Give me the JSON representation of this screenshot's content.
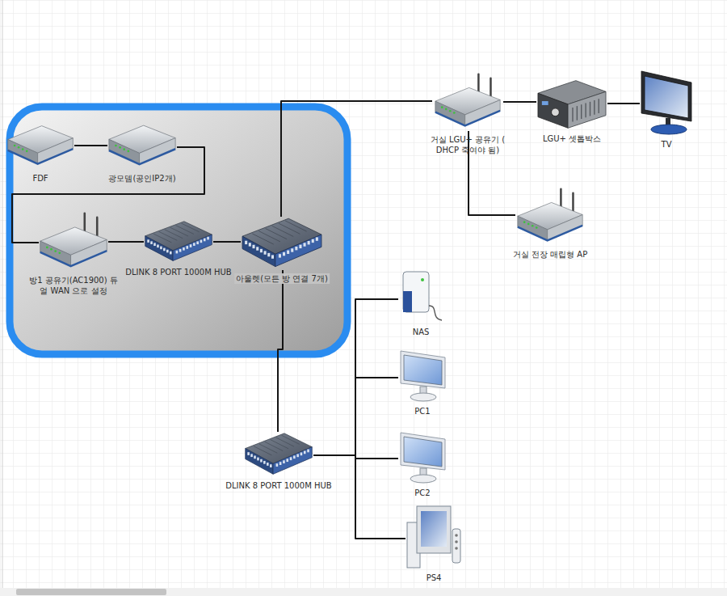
{
  "diagram": {
    "nodes": [
      {
        "text": [
          "FDF"
        ]
      },
      {
        "text": [
          "광모뎀(공인IP2개)"
        ]
      },
      {
        "text": [
          "방1 공유기(AC1900) 듀얼 WAN 으로 설정"
        ]
      },
      {
        "text": [
          "DLINK 8 PORT 1000M HUB"
        ]
      },
      {
        "text": [
          "아울렛(모든 방 연결 7개)"
        ]
      },
      {
        "text": [
          "거실 LGU+ 공유기 ( DHCP 죽여야 됨)"
        ]
      },
      {
        "text": [
          "LGU+ 셋톱박스"
        ]
      },
      {
        "text": [
          "TV"
        ]
      },
      {
        "text": [
          "거실 전장 매립형 AP"
        ]
      },
      {
        "text": [
          "DLINK 8 PORT 1000M HUB"
        ]
      },
      {
        "text": [
          "NAS"
        ]
      },
      {
        "text": [
          "PC1"
        ]
      },
      {
        "text": [
          "PC2"
        ]
      },
      {
        "text": [
          "PS4"
        ]
      }
    ],
    "edges": [
      {
        "from": 0,
        "to": 1,
        "arrow": "none"
      },
      {
        "from": 1,
        "to": 2,
        "arrow": "none"
      },
      {
        "from": 2,
        "to": 3,
        "arrow": "none"
      },
      {
        "from": 3,
        "to": 4,
        "arrow": "none"
      },
      {
        "from": 4,
        "to": 5,
        "arrow": "none"
      },
      {
        "from": 5,
        "to": 6,
        "arrow": "none"
      },
      {
        "from": 6,
        "to": 7,
        "arrow": "none"
      },
      {
        "from": 5,
        "to": 8,
        "arrow": "none"
      },
      {
        "from": 4,
        "to": 9,
        "arrow": "none"
      },
      {
        "from": 9,
        "to": 10,
        "arrow": "none"
      },
      {
        "from": 9,
        "to": 11,
        "arrow": "none"
      },
      {
        "from": 9,
        "to": 12,
        "arrow": "none"
      },
      {
        "from": 9,
        "to": 13,
        "arrow": "none"
      }
    ]
  }
}
